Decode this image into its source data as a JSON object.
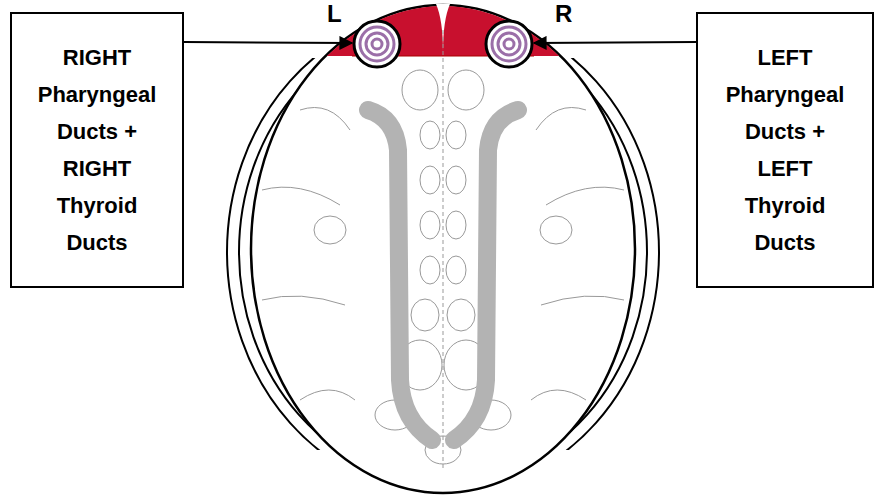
{
  "diagram": {
    "nodes": [
      {
        "text": [
          "RIGHT Pharyngeal Ducts + RIGHT Thyroid Ducts"
        ]
      },
      {
        "text": [
          "LEFT Pharyngeal Ducts + LEFT Thyroid Ducts"
        ]
      }
    ],
    "labels": [
      "L",
      "R"
    ]
  }
}
